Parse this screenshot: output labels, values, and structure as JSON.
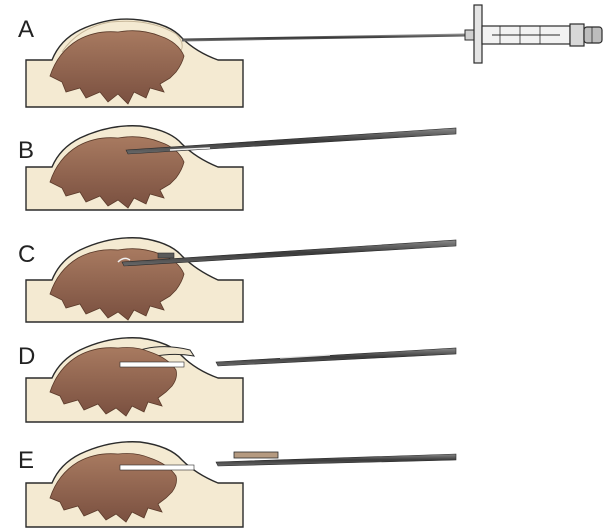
{
  "panels": [
    {
      "label": "A"
    },
    {
      "label": "B"
    },
    {
      "label": "C"
    },
    {
      "label": "D"
    },
    {
      "label": "E"
    }
  ],
  "colors": {
    "skin": "#f4ead2",
    "tissue_outline": "#e8dcc0",
    "lesion": "#8a5f48",
    "lesion_highlight": "#a87a60",
    "needle": "#4a4a4a",
    "needle_light": "#9a9a9a",
    "specimen": "#b59a80",
    "outline": "#2b2b2b"
  },
  "icons": [
    "syringe-icon",
    "biopsy-needle-icon",
    "tissue-sample-icon"
  ]
}
